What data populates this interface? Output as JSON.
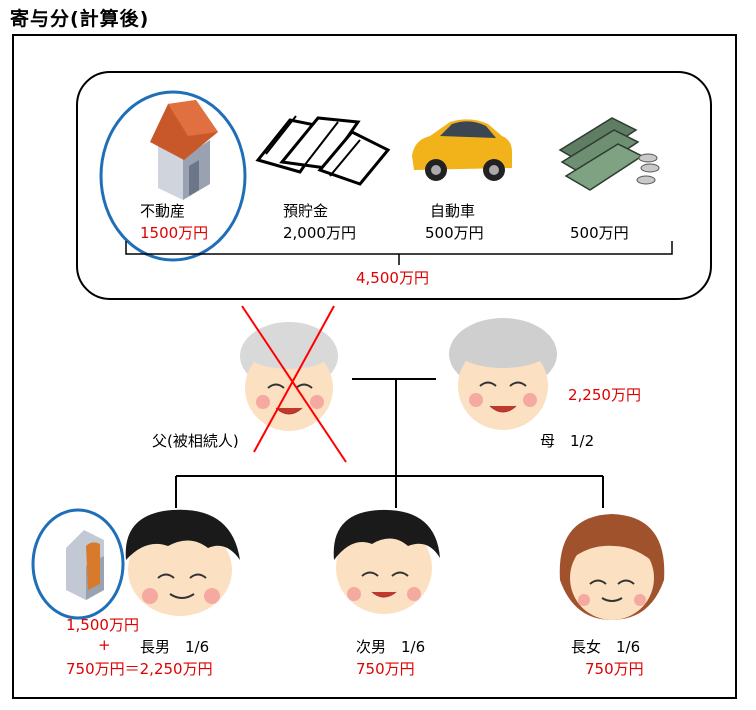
{
  "title": "寄与分(計算後)",
  "assets": [
    {
      "name": "不動産",
      "value": "1500万円",
      "icon": "house-icon"
    },
    {
      "name": "預貯金",
      "value": "2,000万円",
      "icon": "bankbook-icon"
    },
    {
      "name": "自動車",
      "value": "500万円",
      "icon": "car-icon"
    },
    {
      "name": "",
      "value": "500万円",
      "icon": "cash-icon"
    }
  ],
  "total": "4,500万円",
  "father": {
    "label": "父(被相続人)",
    "icon": "grandfather-face-icon"
  },
  "mother": {
    "label": "母　1/2",
    "amount": "2,250万円",
    "icon": "grandmother-face-icon"
  },
  "children": [
    {
      "label": "長男　1/6",
      "amount_lines": [
        "1,500万円",
        "+",
        "750万円＝2,250万円"
      ],
      "icon": "son-face-icon"
    },
    {
      "label": "次男　1/6",
      "amount": "750万円",
      "icon": "son-face-icon"
    },
    {
      "label": "長女　1/6",
      "amount": "750万円",
      "icon": "daughter-face-icon"
    }
  ],
  "colors": {
    "highlight_red": "#e00000",
    "circle_blue": "#1f6fb8"
  }
}
